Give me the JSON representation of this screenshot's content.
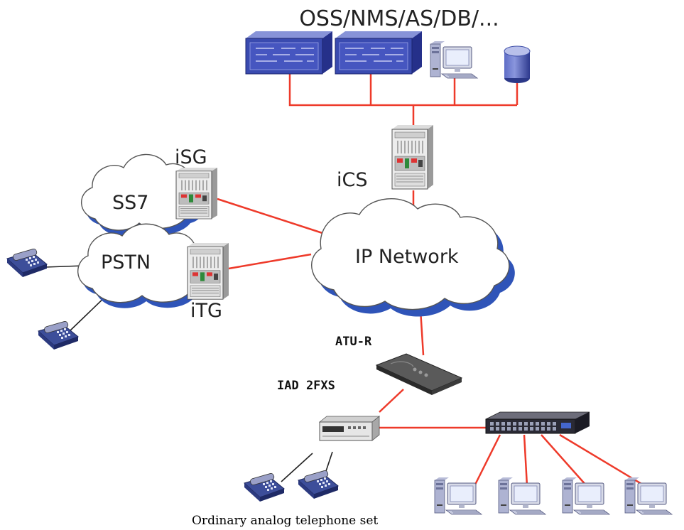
{
  "diagram": {
    "labels": {
      "top_group": "OSS/NMS/AS/DB/...",
      "ics": "iCS",
      "isg": "iSG",
      "ss7": "SS7",
      "pstn": "PSTN",
      "itg": "iTG",
      "ip_network": "IP Network",
      "atu_r": "ATU-R",
      "iad": "IAD 2FXS",
      "phones_caption": "Ordinary analog telephone set"
    },
    "colors": {
      "link": "#ee3a2a",
      "server_blue": "#3a4bb0",
      "cloud_shadow": "#2f54b8",
      "telephone_blue": "#3d4e9a"
    },
    "icons": {
      "rack_server": "rack-server-icon",
      "workstation": "desktop-computer-icon",
      "database": "database-cylinder-icon",
      "switch_cabinet": "switch-cabinet-icon",
      "cloud": "cloud-icon",
      "telephone": "telephone-icon",
      "modem": "modem-icon",
      "iad": "iad-box-icon",
      "ethernet_switch": "ethernet-switch-icon"
    }
  }
}
